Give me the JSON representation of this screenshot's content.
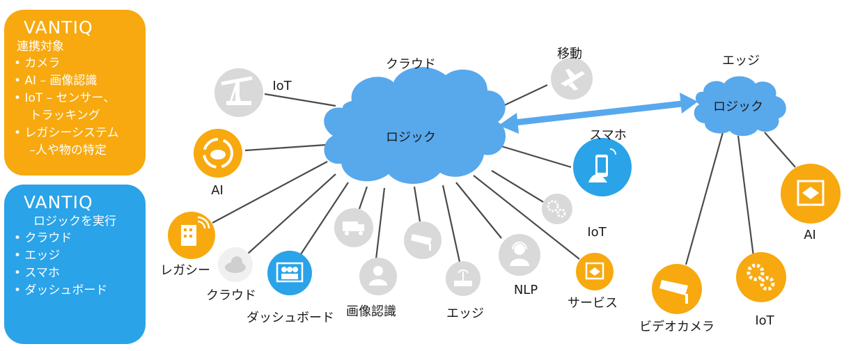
{
  "panels": {
    "top": {
      "logo": "VANTIQ",
      "heading": "連携対象",
      "items": [
        "• カメラ",
        "• AI – 画像認識",
        "• IoT – センサー、",
        "　 トラッキング",
        "• レガシーシステム",
        "　 –人や物の特定"
      ]
    },
    "bottom": {
      "logo": "VANTIQ",
      "heading": "ロジックを実行",
      "items": [
        "• クラウド",
        "• エッジ",
        "• スマホ",
        "• ダッシュボード"
      ]
    }
  },
  "diagram": {
    "cloud_main": {
      "title": "クラウド",
      "center": "ロジック"
    },
    "cloud_edge": {
      "title": "エッジ",
      "center": "ロジック"
    },
    "nodes": {
      "iot_top": "IoT",
      "ai_left": "AI",
      "legacy": "レガシー",
      "cloud_small": "クラウド",
      "dashboard": "ダッシュボード",
      "image_recognition": "画像認識",
      "edge": "エッジ",
      "nlp": "NLP",
      "service": "サービス",
      "iot_mid": "IoT",
      "smartphone": "スマホ",
      "transport": "移動",
      "video_camera": "ビデオカメラ",
      "iot_right": "IoT",
      "ai_right": "AI"
    }
  },
  "colors": {
    "orange": "#f7a90f",
    "blue": "#2aa3e8",
    "cloud": "#58a8ec",
    "gray_icon": "#d9d9d9",
    "line": "#4a4a4a"
  },
  "icons": {
    "iot_top": "oil-pump-icon",
    "ai_left": "cloud-cycle-icon",
    "legacy": "building-icon",
    "cloud_small": "cloud-icon",
    "dashboard": "people-screen-icon",
    "truck": "truck-icon",
    "image_recognition": "person-icon",
    "camera": "security-camera-icon",
    "edge": "router-icon",
    "nlp": "headset-person-icon",
    "service": "package-box-icon",
    "iot_mid": "gears-icon",
    "smartphone": "phone-hand-icon",
    "transport": "airplane-icon",
    "video_camera": "security-camera-icon",
    "iot_right": "gears-icon",
    "ai_right": "package-box-icon"
  }
}
